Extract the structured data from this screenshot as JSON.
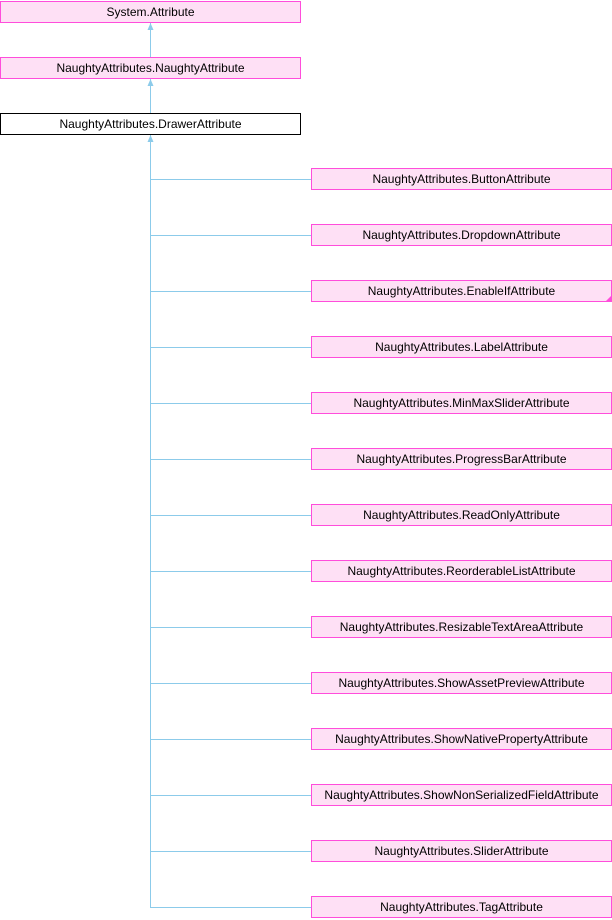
{
  "colors": {
    "node_fill": "#fee0f5",
    "node_border": "#ff4ddb",
    "edge": "#8ccbea"
  },
  "ancestors": [
    {
      "label": "System.Attribute"
    },
    {
      "label": "NaughtyAttributes.NaughtyAttribute"
    },
    {
      "label": "NaughtyAttributes.DrawerAttribute",
      "current": true
    }
  ],
  "children": [
    {
      "label": "NaughtyAttributes.ButtonAttribute"
    },
    {
      "label": "NaughtyAttributes.DropdownAttribute"
    },
    {
      "label": "NaughtyAttributes.EnableIfAttribute",
      "truncated": true
    },
    {
      "label": "NaughtyAttributes.LabelAttribute"
    },
    {
      "label": "NaughtyAttributes.MinMaxSliderAttribute"
    },
    {
      "label": "NaughtyAttributes.ProgressBarAttribute"
    },
    {
      "label": "NaughtyAttributes.ReadOnlyAttribute"
    },
    {
      "label": "NaughtyAttributes.ReorderableListAttribute"
    },
    {
      "label": "NaughtyAttributes.ResizableTextAreaAttribute"
    },
    {
      "label": "NaughtyAttributes.ShowAssetPreviewAttribute"
    },
    {
      "label": "NaughtyAttributes.ShowNativePropertyAttribute"
    },
    {
      "label": "NaughtyAttributes.ShowNonSerializedFieldAttribute"
    },
    {
      "label": "NaughtyAttributes.SliderAttribute"
    },
    {
      "label": "NaughtyAttributes.TagAttribute"
    }
  ]
}
